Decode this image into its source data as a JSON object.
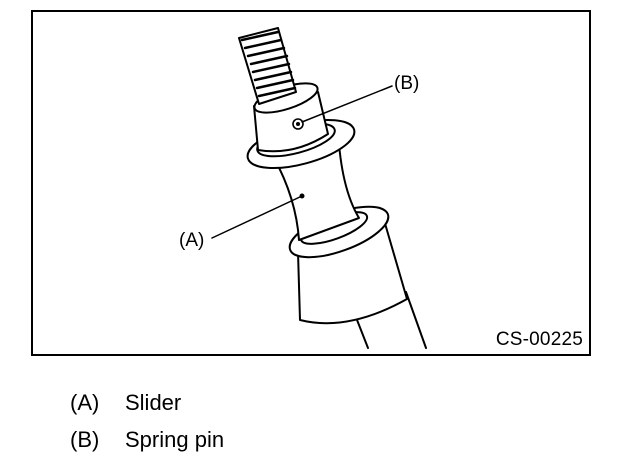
{
  "figure": {
    "id": "CS-00225",
    "callouts": [
      {
        "key": "A",
        "label": "(A)"
      },
      {
        "key": "B",
        "label": "(B)"
      }
    ]
  },
  "legend": {
    "items": [
      {
        "key": "(A)",
        "text": "Slider"
      },
      {
        "key": "(B)",
        "text": "Spring pin"
      }
    ]
  }
}
